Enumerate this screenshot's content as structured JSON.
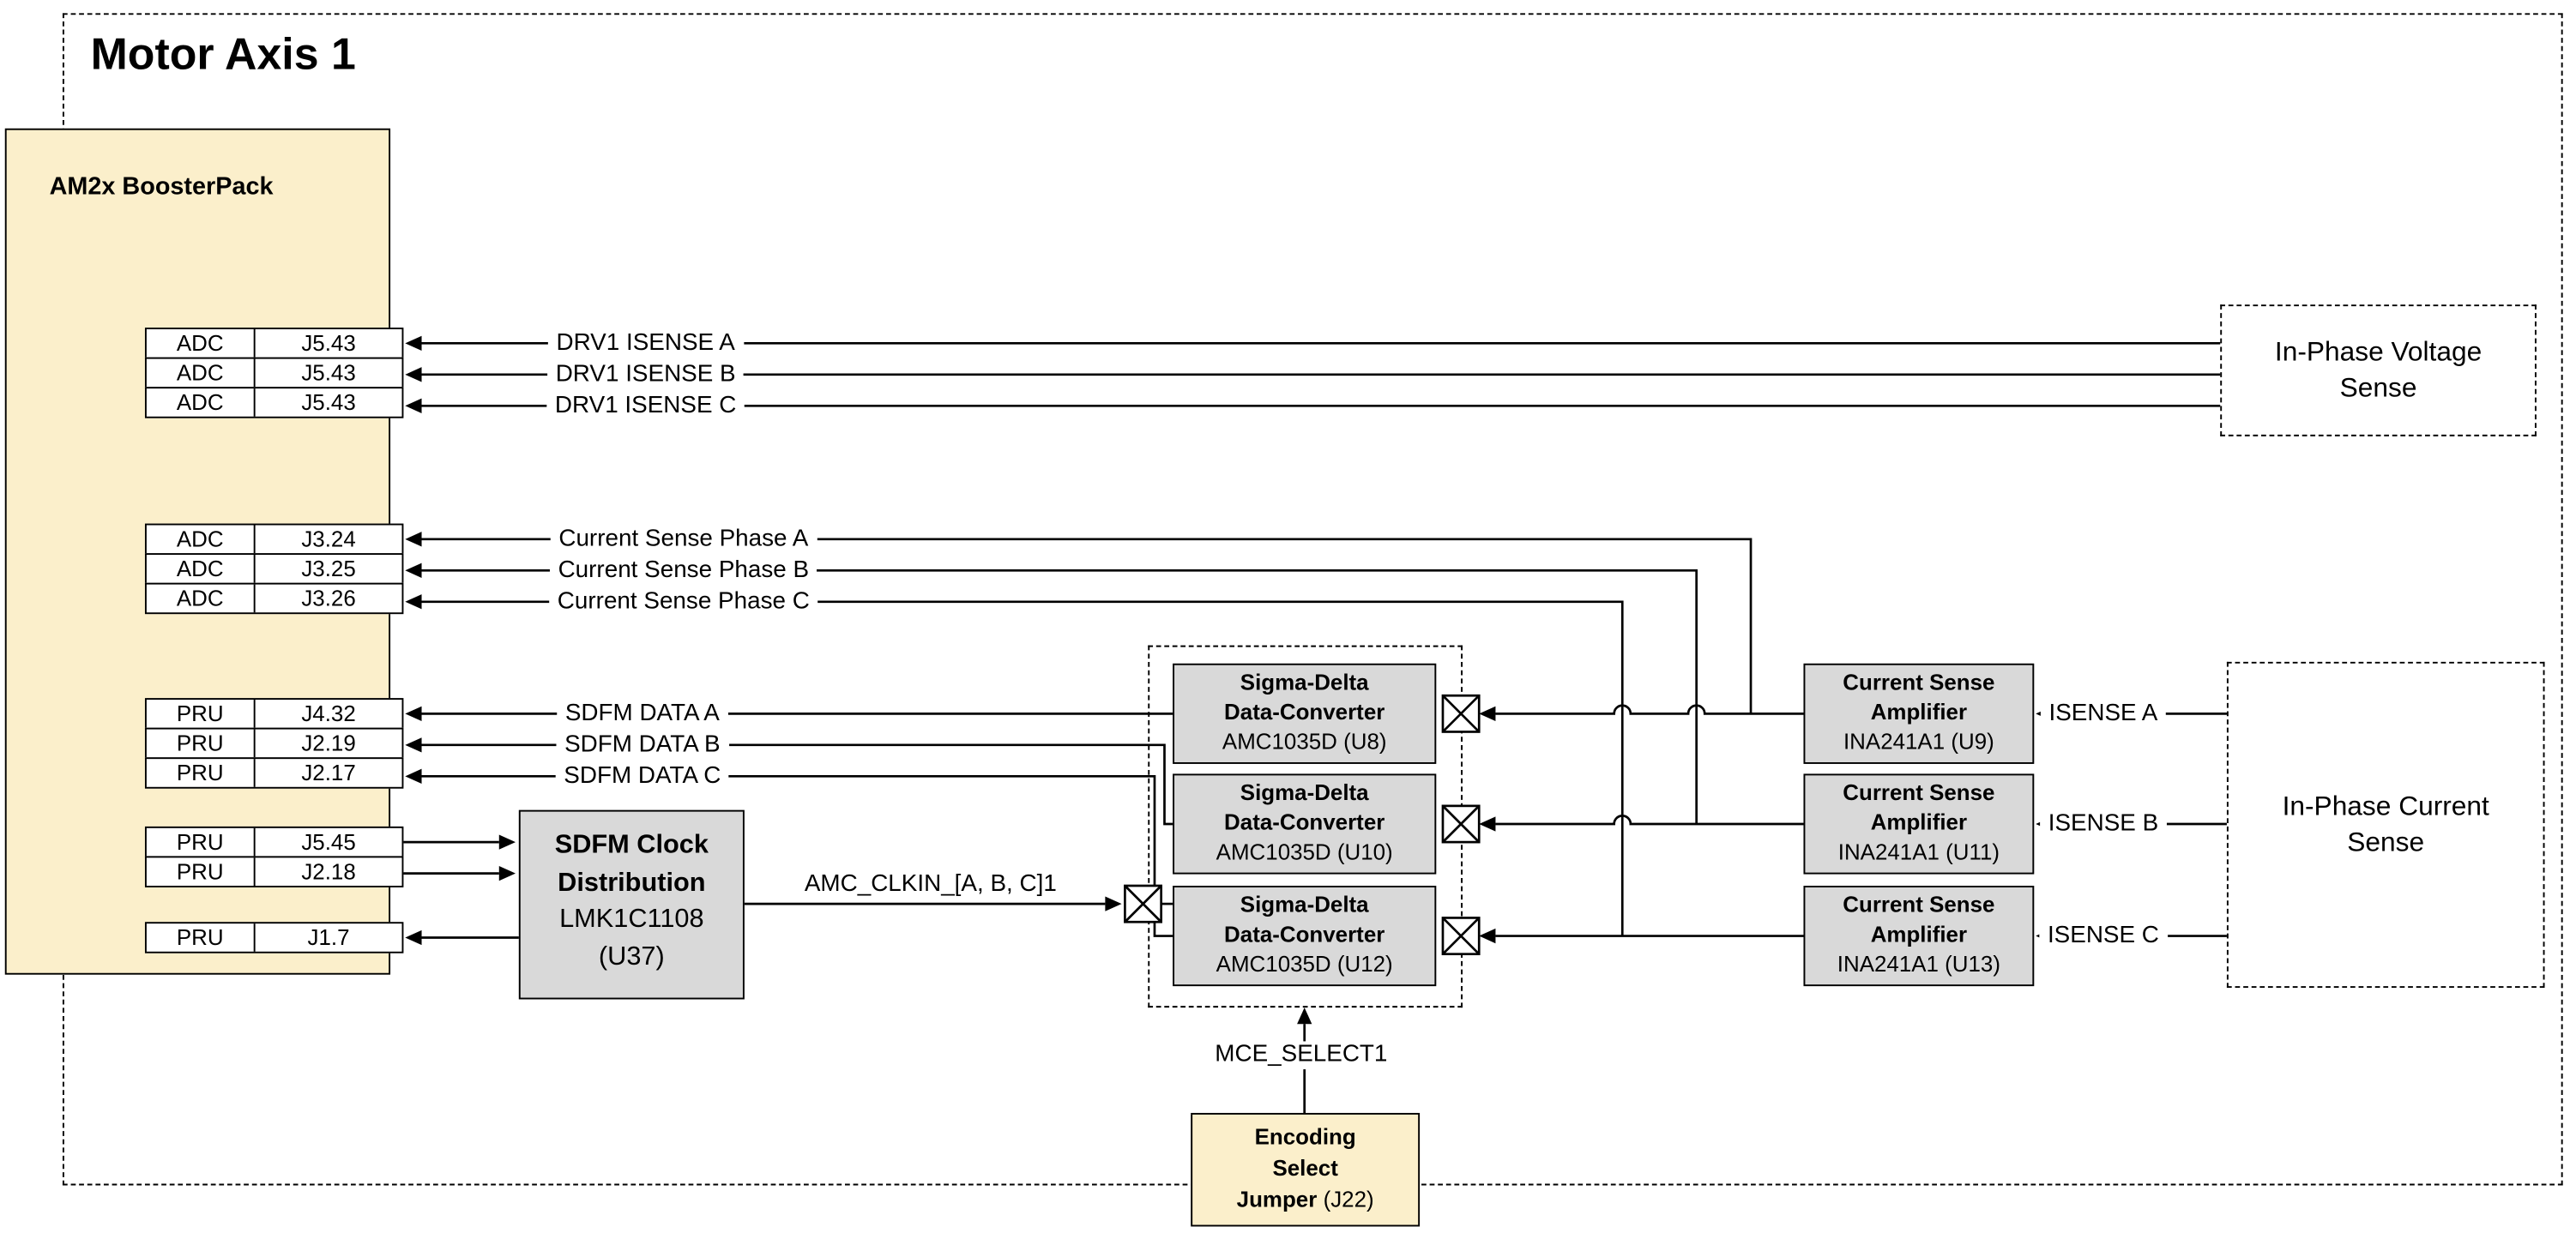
{
  "title": "Motor Axis 1",
  "colors": {
    "block_yellow": "#FBEFCB",
    "block_gray": "#D9D9D9",
    "line": "#000000"
  },
  "boosterpack": {
    "label": "AM2x BoosterPack",
    "groups": [
      {
        "rows": [
          {
            "bus": "ADC",
            "pin": "J5.43"
          },
          {
            "bus": "ADC",
            "pin": "J5.43"
          },
          {
            "bus": "ADC",
            "pin": "J5.43"
          }
        ]
      },
      {
        "rows": [
          {
            "bus": "ADC",
            "pin": "J3.24"
          },
          {
            "bus": "ADC",
            "pin": "J3.25"
          },
          {
            "bus": "ADC",
            "pin": "J3.26"
          }
        ]
      },
      {
        "rows": [
          {
            "bus": "PRU",
            "pin": "J4.32"
          },
          {
            "bus": "PRU",
            "pin": "J2.19"
          },
          {
            "bus": "PRU",
            "pin": "J2.17"
          }
        ]
      },
      {
        "rows": [
          {
            "bus": "PRU",
            "pin": "J5.45"
          },
          {
            "bus": "PRU",
            "pin": "J2.18"
          }
        ]
      },
      {
        "rows": [
          {
            "bus": "PRU",
            "pin": "J1.7"
          }
        ]
      }
    ]
  },
  "labels": {
    "drv1_a": "DRV1 ISENSE A",
    "drv1_b": "DRV1 ISENSE B",
    "drv1_c": "DRV1 ISENSE C",
    "cs_a": "Current Sense Phase A",
    "cs_b": "Current Sense Phase B",
    "cs_c": "Current Sense Phase C",
    "sdfm_a": "SDFM DATA A",
    "sdfm_b": "SDFM DATA B",
    "sdfm_c": "SDFM DATA C",
    "amc_clkin": "AMC_CLKIN_[A, B, C]1",
    "mce_select": "MCE_SELECT1",
    "isense_a": "ISENSE A",
    "isense_b": "ISENSE B",
    "isense_c": "ISENSE C"
  },
  "blocks": {
    "sdfm_clock": {
      "l1": "SDFM Clock",
      "l2": "Distribution",
      "l3": "LMK1C1108",
      "l4": "(U37)"
    },
    "converters": [
      {
        "l1": "Sigma-Delta",
        "l2": "Data-Converter",
        "l3": "AMC1035D (U8)"
      },
      {
        "l1": "Sigma-Delta",
        "l2": "Data-Converter",
        "l3": "AMC1035D (U10)"
      },
      {
        "l1": "Sigma-Delta",
        "l2": "Data-Converter",
        "l3": "AMC1035D (U12)"
      }
    ],
    "amplifiers": [
      {
        "l1": "Current Sense",
        "l2": "Amplifier",
        "l3": "INA241A1 (U9)"
      },
      {
        "l1": "Current Sense",
        "l2": "Amplifier",
        "l3": "INA241A1 (U11)"
      },
      {
        "l1": "Current Sense",
        "l2": "Amplifier",
        "l3": "INA241A1 (U13)"
      }
    ],
    "voltage_sense": {
      "l1": "In-Phase Voltage",
      "l2": "Sense"
    },
    "current_sense": {
      "l1": "In-Phase Current",
      "l2": "Sense"
    },
    "jumper": {
      "l1": "Encoding",
      "l2": "Select",
      "l3b": "Jumper",
      "l3n": "(J22)"
    }
  }
}
